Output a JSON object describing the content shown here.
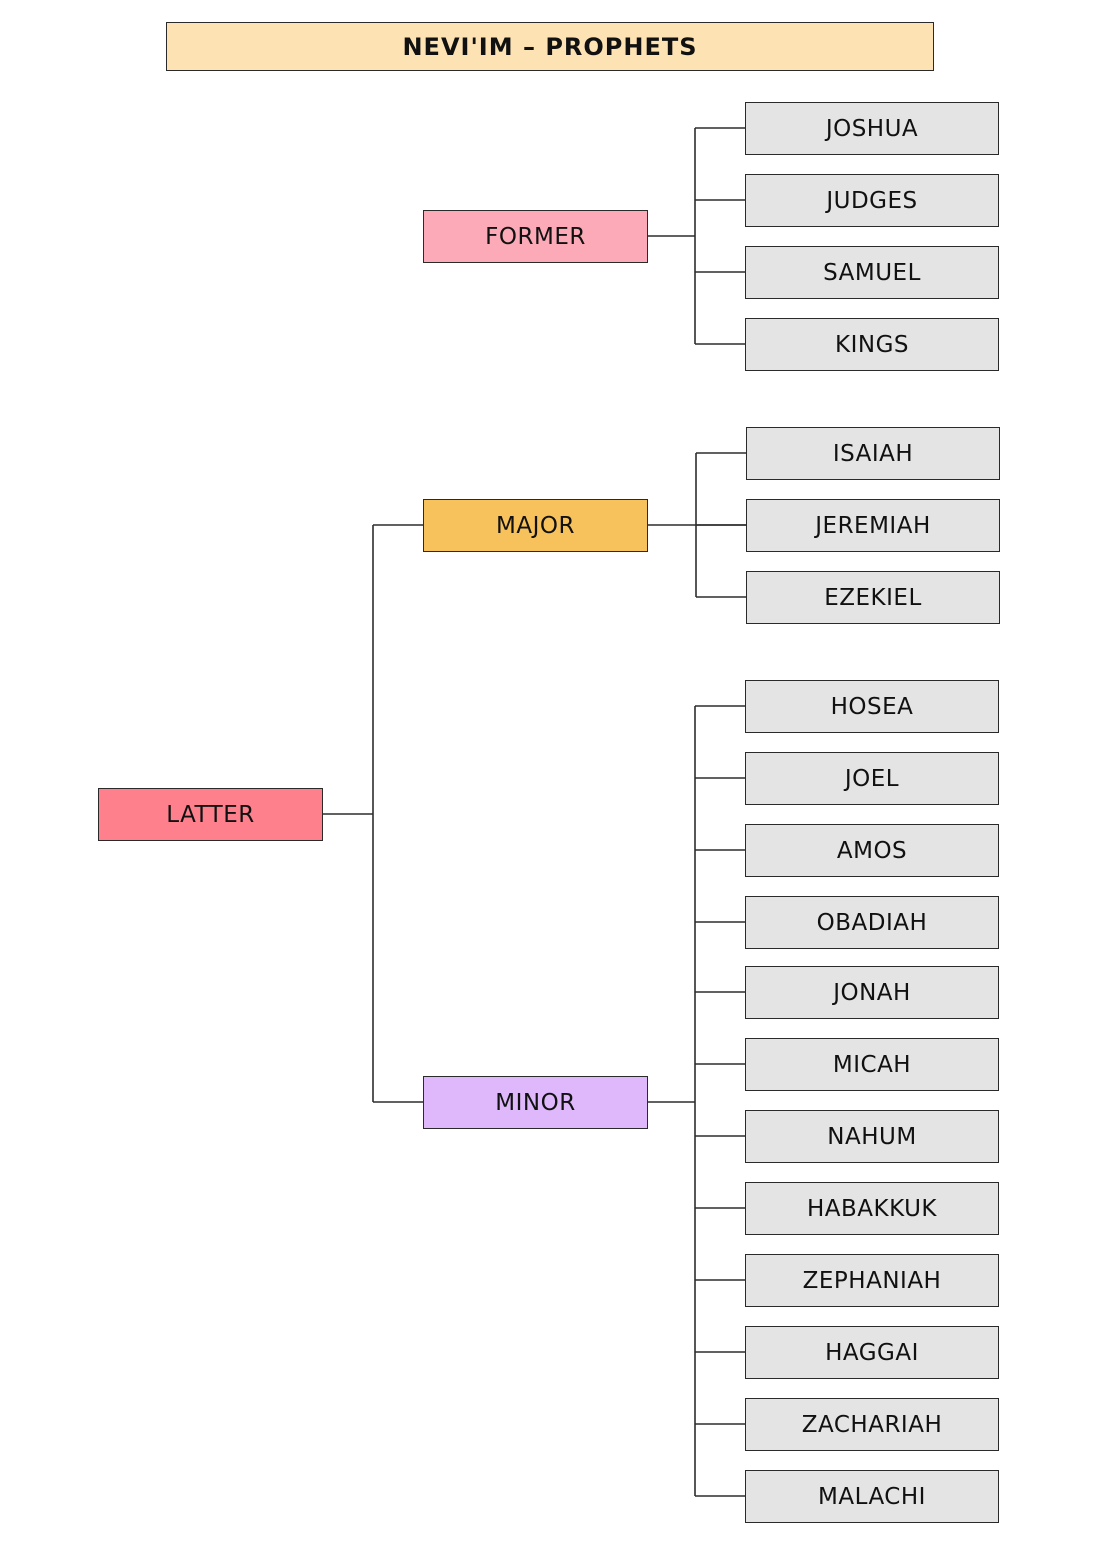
{
  "title": "NEVI'IM – PROPHETS",
  "colors": {
    "title_bg": "#fde2b4",
    "former_bg": "#fdaab8",
    "latter_bg": "#fd808c",
    "major_bg": "#f7c25c",
    "minor_bg": "#deb8fb",
    "book_bg": "#e4e4e4",
    "line": "#2d2d2d"
  },
  "tree": {
    "former": {
      "label": "FORMER",
      "books": [
        "JOSHUA",
        "JUDGES",
        "SAMUEL",
        "KINGS"
      ]
    },
    "latter": {
      "label": "LATTER",
      "major": {
        "label": "MAJOR",
        "books": [
          "ISAIAH",
          "JEREMIAH",
          "EZEKIEL"
        ]
      },
      "minor": {
        "label": "MINOR",
        "books": [
          "HOSEA",
          "JOEL",
          "AMOS",
          "OBADIAH",
          "JONAH",
          "MICAH",
          "NAHUM",
          "HABAKKUK",
          "ZEPHANIAH",
          "HAGGAI",
          "ZACHARIAH",
          "MALACHI"
        ]
      }
    }
  }
}
